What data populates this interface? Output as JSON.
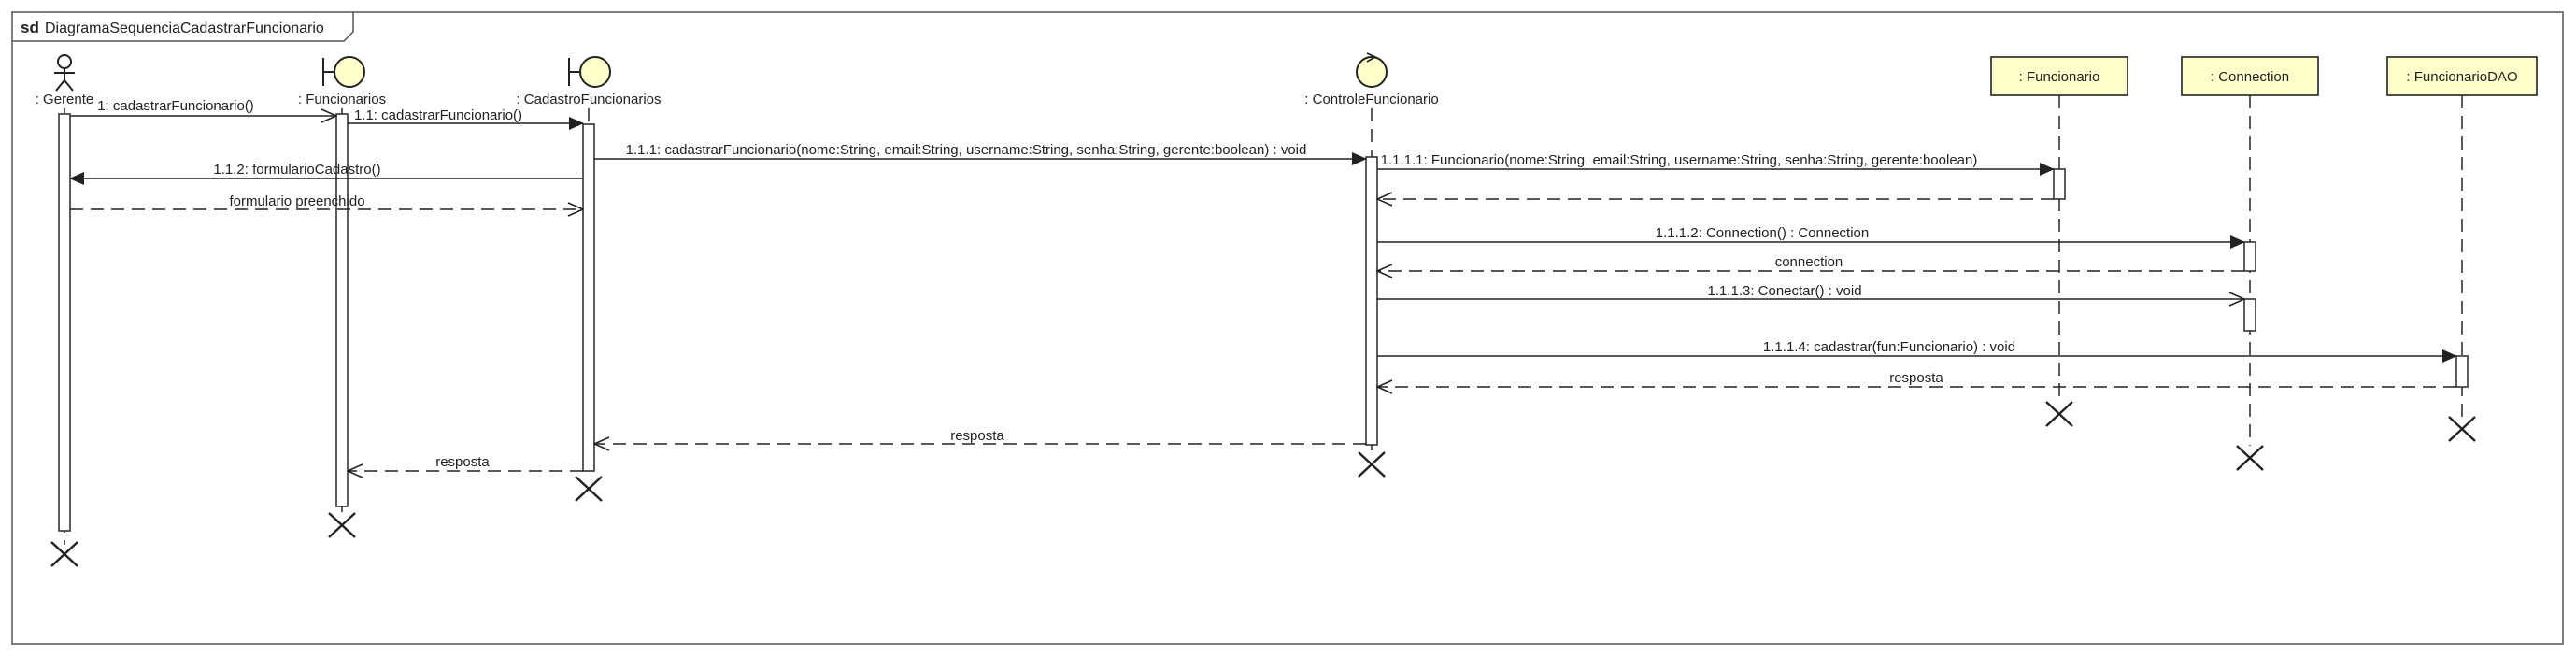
{
  "diagram": {
    "frame_keyword": "sd",
    "frame_name": "DiagramaSequenciaCadastrarFuncionario"
  },
  "participants": [
    {
      "id": "gerente",
      "kind": "actor",
      "label": ": Gerente"
    },
    {
      "id": "funcionarios",
      "kind": "boundary",
      "label": ": Funcionarios"
    },
    {
      "id": "cadastro",
      "kind": "boundary",
      "label": ": CadastroFuncionarios"
    },
    {
      "id": "controle",
      "kind": "control",
      "label": ": ControleFuncionario"
    },
    {
      "id": "funcionario",
      "kind": "entity",
      "label": ": Funcionario"
    },
    {
      "id": "connection",
      "kind": "entity",
      "label": ": Connection"
    },
    {
      "id": "dao",
      "kind": "entity",
      "label": ": FuncionarioDAO"
    }
  ],
  "messages": [
    {
      "id": "m1",
      "from": "gerente",
      "to": "funcionarios",
      "type": "async",
      "label": "1: cadastrarFuncionario()"
    },
    {
      "id": "m2",
      "from": "funcionarios",
      "to": "cadastro",
      "type": "sync",
      "label": "1.1: cadastrarFuncionario()"
    },
    {
      "id": "m3",
      "from": "cadastro",
      "to": "controle",
      "type": "sync",
      "label": "1.1.1: cadastrarFuncionario(nome:String, email:String, username:String, senha:String, gerente:boolean) : void"
    },
    {
      "id": "m4",
      "from": "controle",
      "to": "funcionario",
      "type": "sync",
      "label": "1.1.1.1: Funcionario(nome:String, email:String, username:String, senha:String, gerente:boolean)"
    },
    {
      "id": "m5",
      "from": "cadastro",
      "to": "gerente",
      "type": "sync",
      "label": "1.1.2: formularioCadastro()"
    },
    {
      "id": "m6",
      "from": "funcionario",
      "to": "controle",
      "type": "return",
      "label": ""
    },
    {
      "id": "m7",
      "from": "gerente",
      "to": "cadastro",
      "type": "return",
      "label": "formulario preenchido"
    },
    {
      "id": "m8",
      "from": "controle",
      "to": "connection",
      "type": "sync",
      "label": "1.1.1.2: Connection() : Connection"
    },
    {
      "id": "m9",
      "from": "connection",
      "to": "controle",
      "type": "return",
      "label": "connection"
    },
    {
      "id": "m10",
      "from": "controle",
      "to": "connection",
      "type": "async",
      "label": "1.1.1.3: Conectar() : void"
    },
    {
      "id": "m11",
      "from": "controle",
      "to": "dao",
      "type": "sync",
      "label": "1.1.1.4: cadastrar(fun:Funcionario) : void"
    },
    {
      "id": "m12",
      "from": "dao",
      "to": "controle",
      "type": "return",
      "label": "resposta"
    },
    {
      "id": "m13",
      "from": "controle",
      "to": "cadastro",
      "type": "return",
      "label": "resposta"
    },
    {
      "id": "m14",
      "from": "cadastro",
      "to": "funcionarios",
      "type": "return",
      "label": "resposta"
    }
  ]
}
